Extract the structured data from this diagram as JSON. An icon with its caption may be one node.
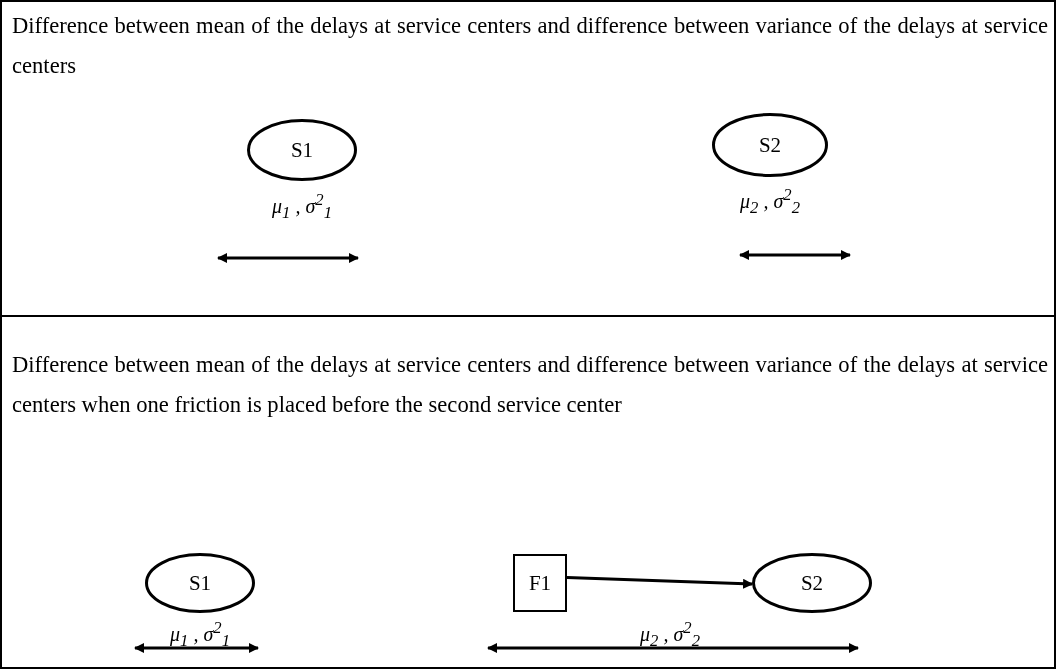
{
  "diagram": {
    "nodes": [
      {
        "text": [
          "Difference between mean of the delays at service centers and difference between variance of the delays at service centers"
        ]
      },
      {
        "text": [
          "S1"
        ],
        "in": 0,
        "beside": [
          "μ$_{1}$ , σ$^{2}$$_{1}$"
        ]
      },
      {
        "text": [
          "S2"
        ],
        "in": 0,
        "beside": [
          "μ$_{2}$ , σ$^{2}$$_{2}$"
        ]
      },
      {
        "text": [
          "Difference between mean of the delays at service centers and difference between variance of the delays at service centers when one friction is placed before the second service center"
        ]
      },
      {
        "text": [
          "S1"
        ],
        "in": 3,
        "beside": [
          "μ$_{1}$ , σ$^{2}$$_{1}$"
        ]
      },
      {
        "text": [
          "F1"
        ],
        "in": 3
      },
      {
        "text": [
          "S2"
        ],
        "in": 3,
        "beside": [
          "μ$_{2}$ , σ$^{2}$$_{2}$"
        ]
      }
    ],
    "edges": [
      {
        "from": 5,
        "to": 6,
        "arrow": "to"
      }
    ]
  }
}
